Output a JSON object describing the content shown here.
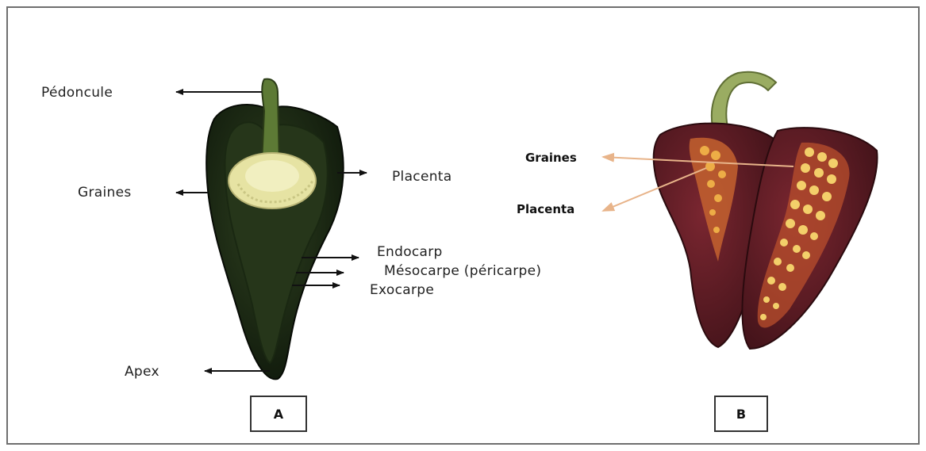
{
  "panel_a": {
    "labels": {
      "pedoncule": "Pédoncule",
      "graines": "Graines",
      "placenta": "Placenta",
      "endocarp": "Endocarp",
      "mesocarpe": "Mésocarpe (péricarpe)",
      "exocarpe": "Exocarpe",
      "apex": "Apex"
    },
    "box_letter": "A"
  },
  "panel_b": {
    "labels": {
      "graines": "Graines",
      "placenta": "Placenta"
    },
    "box_letter": "B",
    "arrow_color": "#e8b48a"
  },
  "colors": {
    "pepper_a_skin": "#14200f",
    "pepper_a_flesh": "#2b3a1d",
    "placenta_a": "#e9e6a6",
    "stem_a": "#4f6a2f",
    "pepper_b_skin": "#5a1a20",
    "seed_b": "#f0c96a",
    "stem_b": "#8ea05a"
  }
}
